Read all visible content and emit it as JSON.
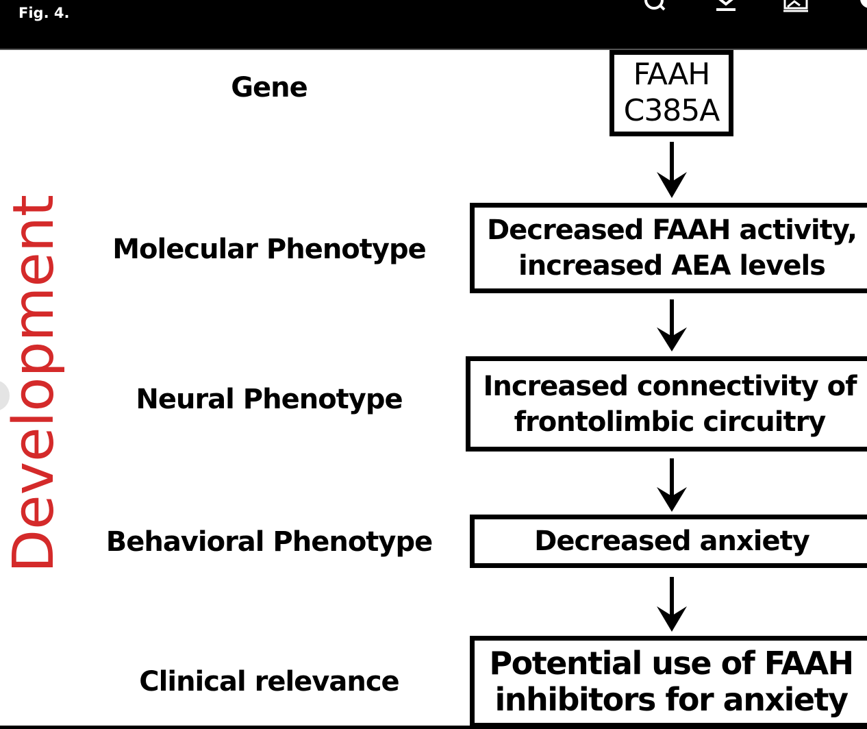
{
  "header": {
    "figure_label": "Fig. 4.",
    "icons": [
      "zoom-icon",
      "download-icon",
      "image-icon",
      "info-icon"
    ]
  },
  "side_label": "Development",
  "levels": [
    {
      "label": "Gene",
      "box": "FAAH\nC385A"
    },
    {
      "label": "Molecular Phenotype",
      "box": "Decreased FAAH activity,\nincreased AEA levels"
    },
    {
      "label": "Neural Phenotype",
      "box": "Increased connectivity of\nfrontolimbic circuitry"
    },
    {
      "label": "Behavioral Phenotype",
      "box": "Decreased anxiety"
    },
    {
      "label": "Clinical relevance",
      "box": "Potential use of FAAH\ninhibitors for anxiety"
    }
  ],
  "colors": {
    "header_bg": "#000000",
    "side_label": "#d42a2a",
    "box_border": "#000000"
  }
}
